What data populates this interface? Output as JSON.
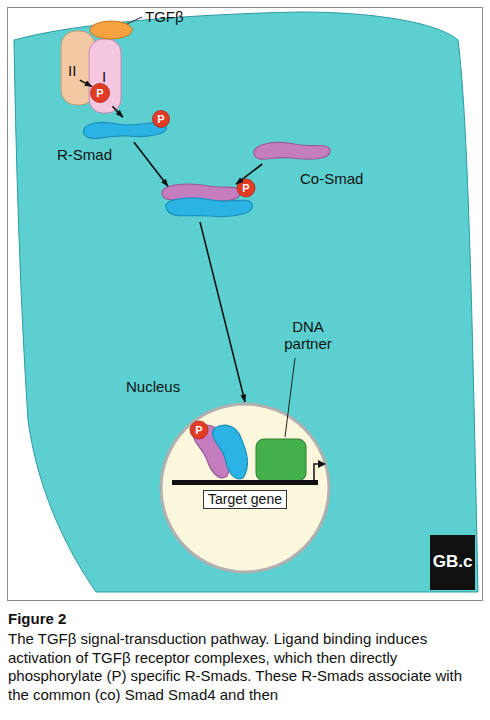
{
  "diagram": {
    "caption": "The TGFβ signal-transduction pathway. Ligand binding induces activation of TGFβ receptor complexes, which then directly phosphorylate (P) specific R-Smads. These R-Smads associate with the common (co) Smad Smad4 and then",
    "nodes": [
      {
        "text": [
          "TGFβ"
        ]
      },
      {
        "text": [
          "II"
        ]
      },
      {
        "text": [
          "I"
        ]
      },
      {
        "text": [
          "P"
        ],
        "in": 2
      },
      {
        "text": [
          "R-Smad"
        ]
      },
      {
        "text": [
          "P"
        ],
        "in": 4
      },
      {
        "text": [
          "Co-Smad"
        ]
      },
      {
        "text": [
          "P"
        ]
      },
      {
        "text": [
          "Nucleus"
        ]
      },
      {
        "text": [
          "P"
        ],
        "in": 8
      },
      {
        "text": [
          "DNA partner"
        ],
        "in": 8
      },
      {
        "text": [
          "Target gene"
        ],
        "in": 8
      }
    ],
    "edges": [
      {
        "from": 1,
        "to": 2,
        "arrow": "to"
      },
      {
        "from": 2,
        "to": 4,
        "arrow": "to"
      },
      {
        "from": 4,
        "to": 7,
        "arrow": "to"
      },
      {
        "from": 6,
        "to": 7,
        "arrow": "to"
      },
      {
        "from": 7,
        "to": 8,
        "arrow": "to"
      }
    ],
    "labels": [
      "Figure 2",
      "GB.c"
    ]
  }
}
